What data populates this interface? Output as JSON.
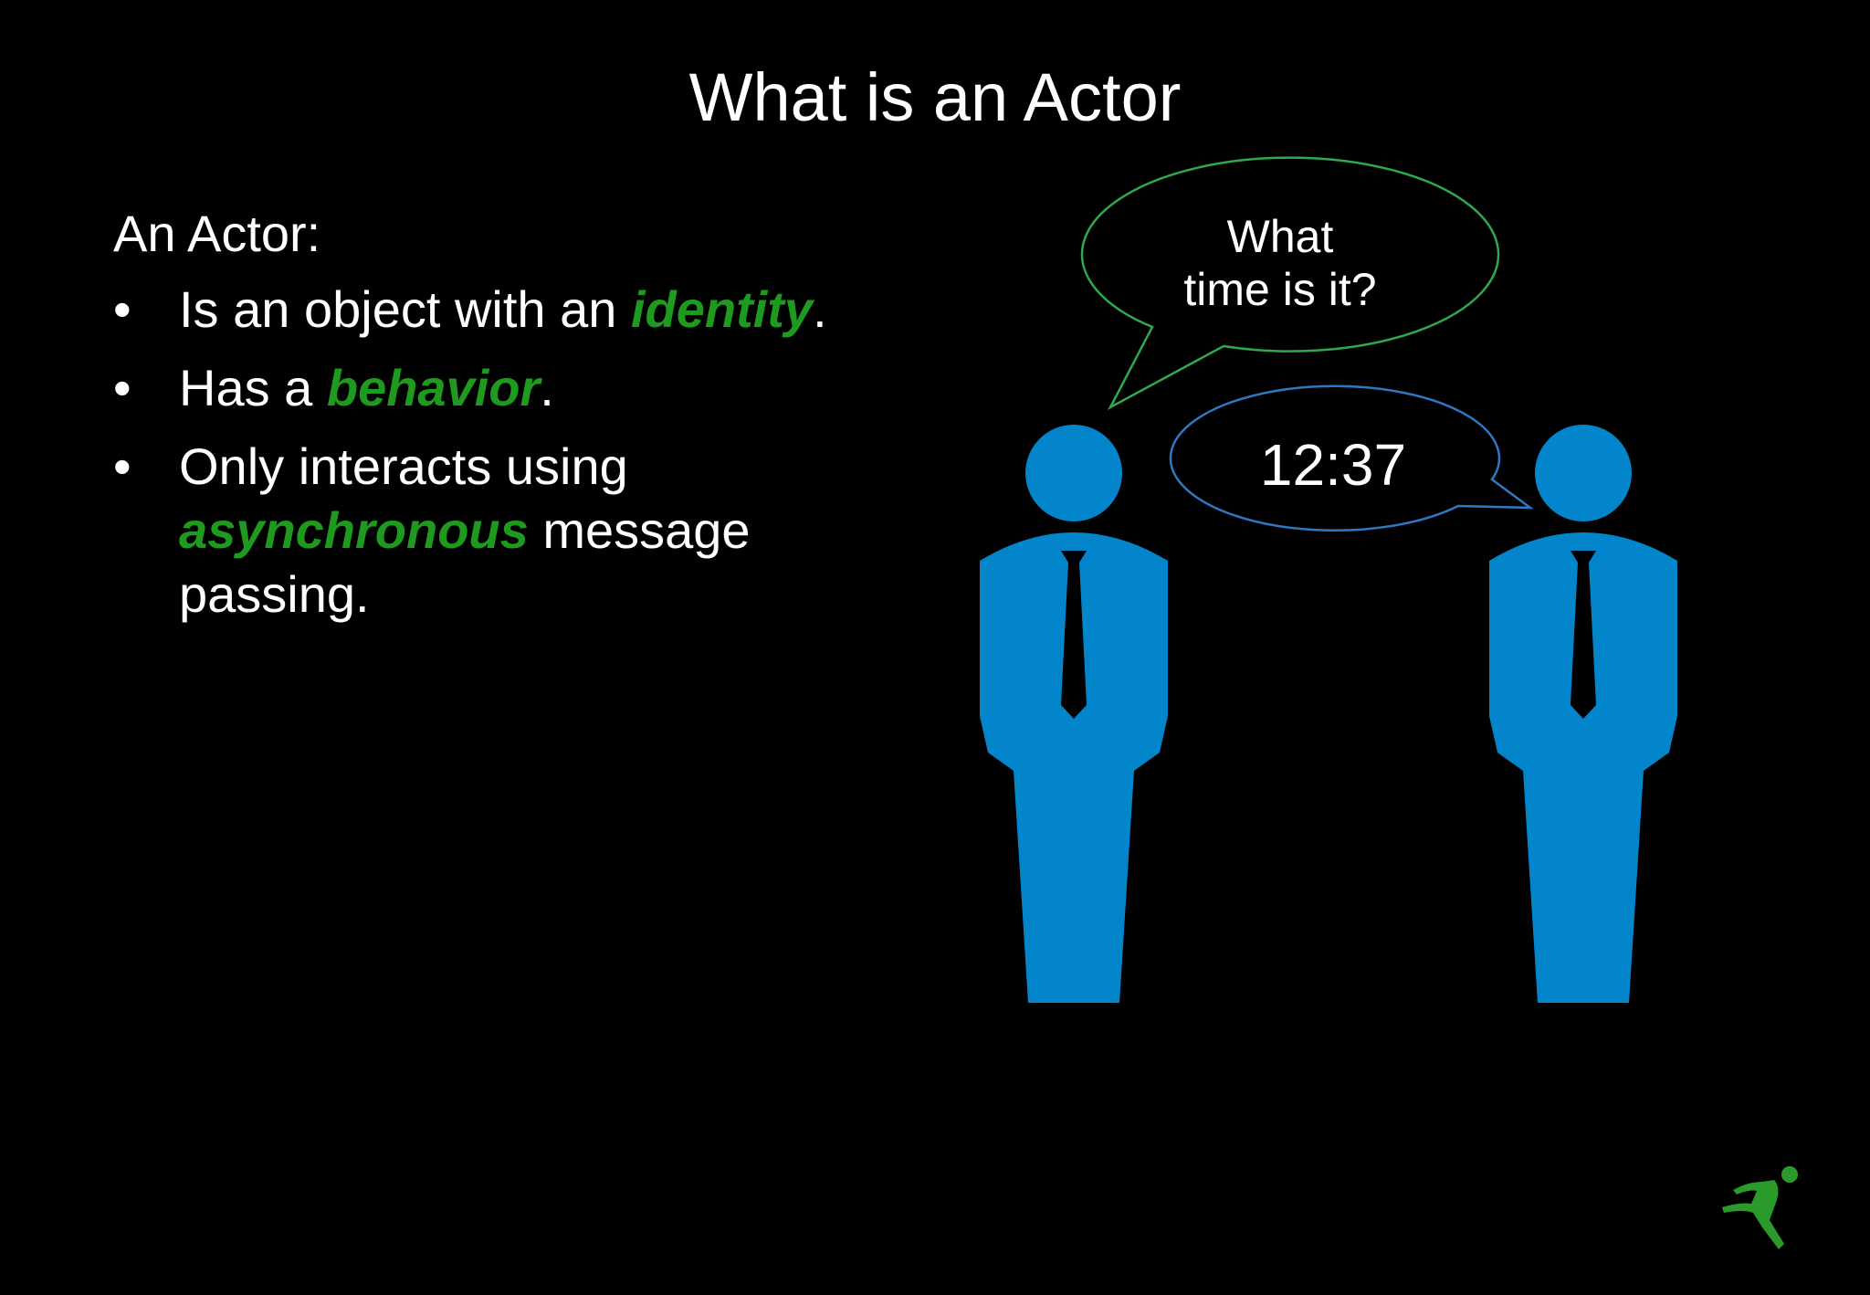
{
  "slide": {
    "title": "What is an Actor",
    "intro": "An Actor:",
    "bullet_glyph": "•",
    "accent_color": "#1e9a1e",
    "figure_color": "#0385cb",
    "bullets": [
      {
        "pre": "Is an object with an ",
        "em": "identity",
        "post": "."
      },
      {
        "pre": "Has a ",
        "em": "behavior",
        "post": "."
      },
      {
        "pre": "Only interacts using ",
        "em": "asynchronous",
        "post": " message passing."
      }
    ]
  },
  "illustration": {
    "question_bubble": {
      "line1": "What",
      "line2": "time is it?",
      "stroke": "#2fa84f"
    },
    "answer_bubble": {
      "text": "12:37",
      "stroke": "#2f78c0"
    },
    "figures": [
      "person-icon",
      "person-icon"
    ]
  },
  "logo": {
    "icon": "running-figure-logo",
    "color": "#2a9a2a"
  }
}
